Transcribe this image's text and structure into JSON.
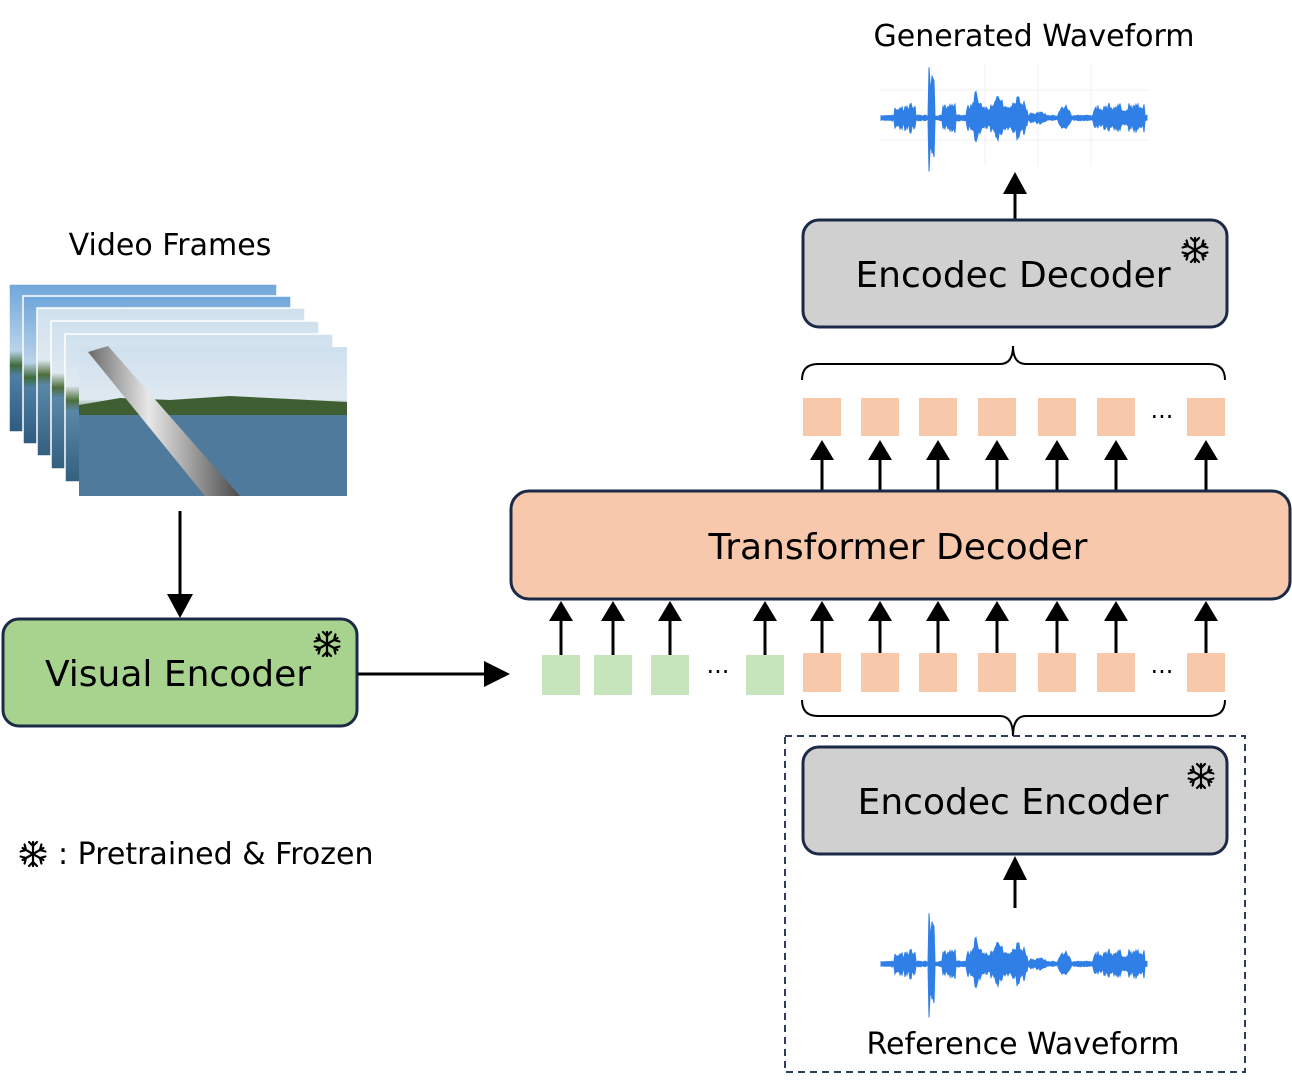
{
  "labels": {
    "generated_waveform": "Generated Waveform",
    "video_frames": "Video Frames",
    "reference_waveform": "Reference Waveform"
  },
  "blocks": {
    "encodec_decoder": "Encodec Decoder",
    "transformer_decoder": "Transformer Decoder",
    "visual_encoder": "Visual Encoder",
    "encodec_encoder": "Encodec Encoder"
  },
  "token_rows": {
    "ellipsis": "..."
  },
  "legend": {
    "text": ": Pretrained & Frozen",
    "icon": "snowflake-icon"
  },
  "colors": {
    "green_block": "#a8d38e",
    "green_token": "#c6e5bd",
    "orange_block": "#f7c8ab",
    "orange_token": "#f8c8aa",
    "gray_block": "#d0d0d0",
    "border": "#1b2a47",
    "waveform": "#2f7fe6",
    "dashed_box": "#2d3e5c"
  }
}
